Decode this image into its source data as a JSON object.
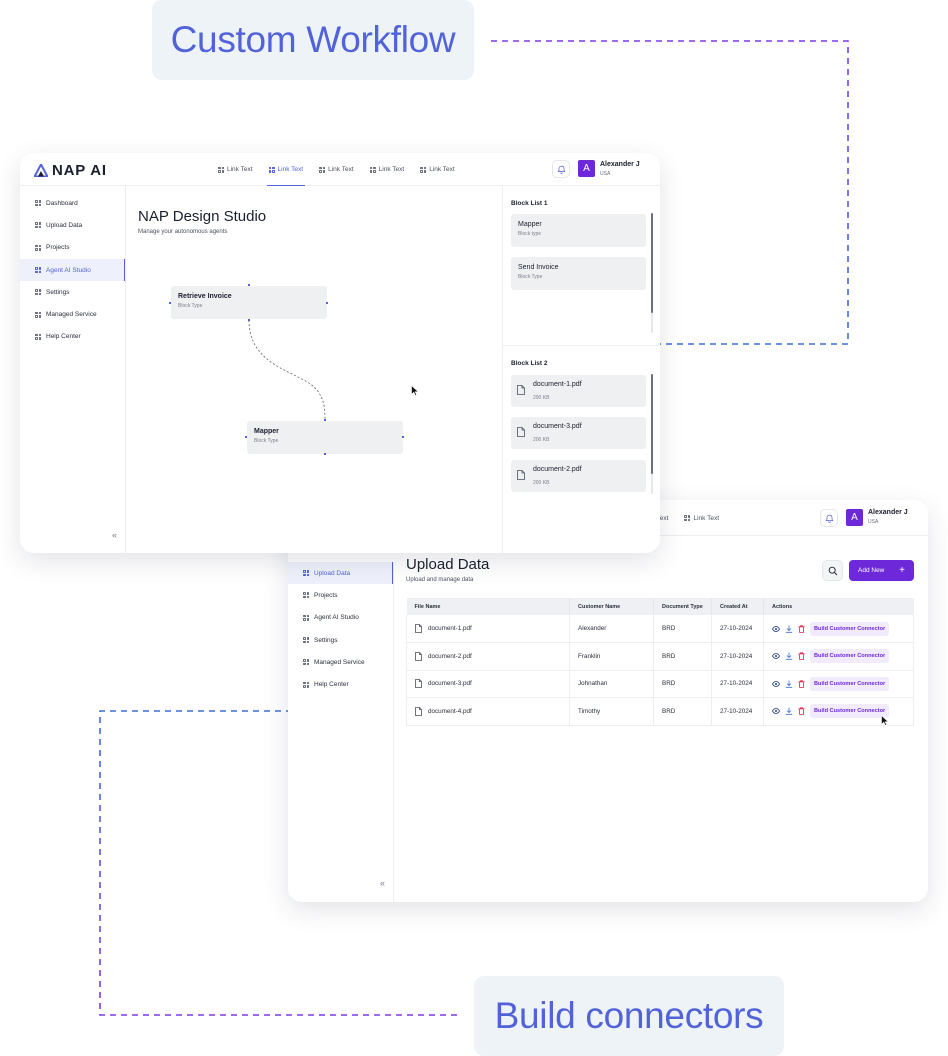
{
  "labels": {
    "top_pill": "Custom Workflow",
    "bottom_pill": "Build connectors"
  },
  "colors": {
    "accent": "#5262d8",
    "brand_purple": "#6d28d9",
    "pill_bg": "#eef3f8",
    "danger": "#e11d48"
  },
  "window1": {
    "logo": "NAP AI",
    "nav": [
      "Link Text",
      "Link Text",
      "Link Text",
      "Link Text",
      "Link Text"
    ],
    "active_nav": 1,
    "user": {
      "avatar": "A",
      "name": "Alexander J",
      "country": "USA"
    },
    "sidebar": [
      "Dashboard",
      "Upload Data",
      "Projects",
      "Agent AI Studio",
      "Settings",
      "Managed Service",
      "Help Center"
    ],
    "active_sidebar": 3,
    "collapse_glyph": "«",
    "title": "NAP Design Studio",
    "subtitle": "Manage your autonomous agents",
    "nodes": [
      {
        "title": "Retrieve Invoice",
        "type": "Block Type"
      },
      {
        "title": "Mapper",
        "type": "Block Type"
      }
    ],
    "block_list_1": {
      "title": "Block List 1",
      "items": [
        {
          "title": "Mapper",
          "type": "Block type"
        },
        {
          "title": "Send Invoice",
          "type": "Block Type"
        }
      ]
    },
    "block_list_2": {
      "title": "Block List 2",
      "files": [
        {
          "name": "document-1.pdf",
          "size": "200 KB"
        },
        {
          "name": "document-3.pdf",
          "size": "200 KB"
        },
        {
          "name": "document-2.pdf",
          "size": "200 KB"
        }
      ]
    }
  },
  "window2": {
    "nav": [
      "nk Text",
      "Link Text"
    ],
    "user": {
      "avatar": "A",
      "name": "Alexander J",
      "country": "USA"
    },
    "sidebar": [
      "Upload Data",
      "Projects",
      "Agent AI Studio",
      "Settings",
      "Managed Service",
      "Help Center"
    ],
    "active_sidebar": 0,
    "collapse_glyph": "«",
    "title": "Upload Data",
    "subtitle": "Upload and manage data",
    "add_button": "Add New",
    "table": {
      "headers": [
        "File Name",
        "Customer Name",
        "Document Type",
        "Created At",
        "Actions"
      ],
      "rows": [
        {
          "file": "document-1.pdf",
          "customer": "Alexander",
          "type": "BRD",
          "created": "27-10-2024"
        },
        {
          "file": "document-2.pdf",
          "customer": "Franklin",
          "type": "BRD",
          "created": "27-10-2024"
        },
        {
          "file": "document-3.pdf",
          "customer": "Johnathan",
          "type": "BRD",
          "created": "27-10-2024"
        },
        {
          "file": "document-4.pdf",
          "customer": "Timothy",
          "type": "BRD",
          "created": "27-10-2024"
        }
      ],
      "action_label": "Build Customer Connector"
    }
  }
}
